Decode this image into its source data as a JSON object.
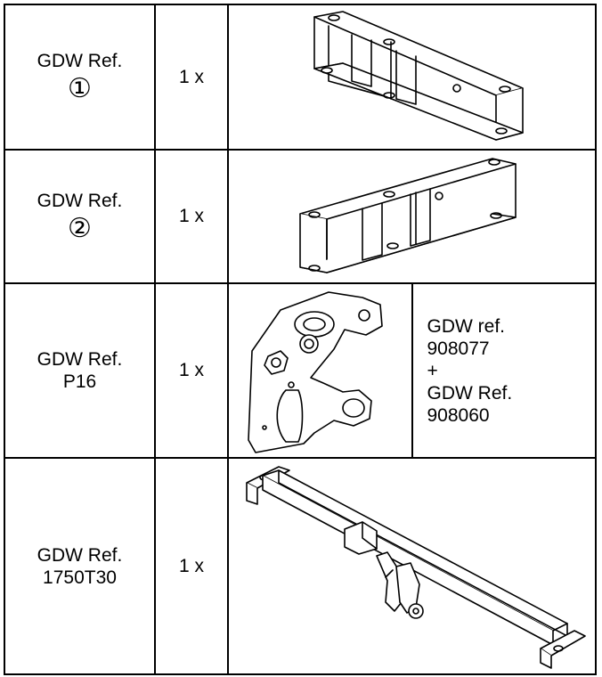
{
  "rows": [
    {
      "ref_line1": "GDW Ref.",
      "ref_line2": "①",
      "qty": "1 x",
      "illustration": "bracket-u-channel-left"
    },
    {
      "ref_line1": "GDW Ref.",
      "ref_line2": "②",
      "qty": "1 x",
      "illustration": "bracket-u-channel-right"
    },
    {
      "ref_line1": "GDW Ref.",
      "ref_line2": "P16",
      "qty": "1 x",
      "illustration": "coupling-plate",
      "note": [
        "GDW ref.",
        "908077",
        "+",
        "GDW Ref.",
        "908060"
      ]
    },
    {
      "ref_line1": "GDW Ref.",
      "ref_line2": "1750T30",
      "qty": "1 x",
      "illustration": "tow-bar-crossmember"
    }
  ]
}
